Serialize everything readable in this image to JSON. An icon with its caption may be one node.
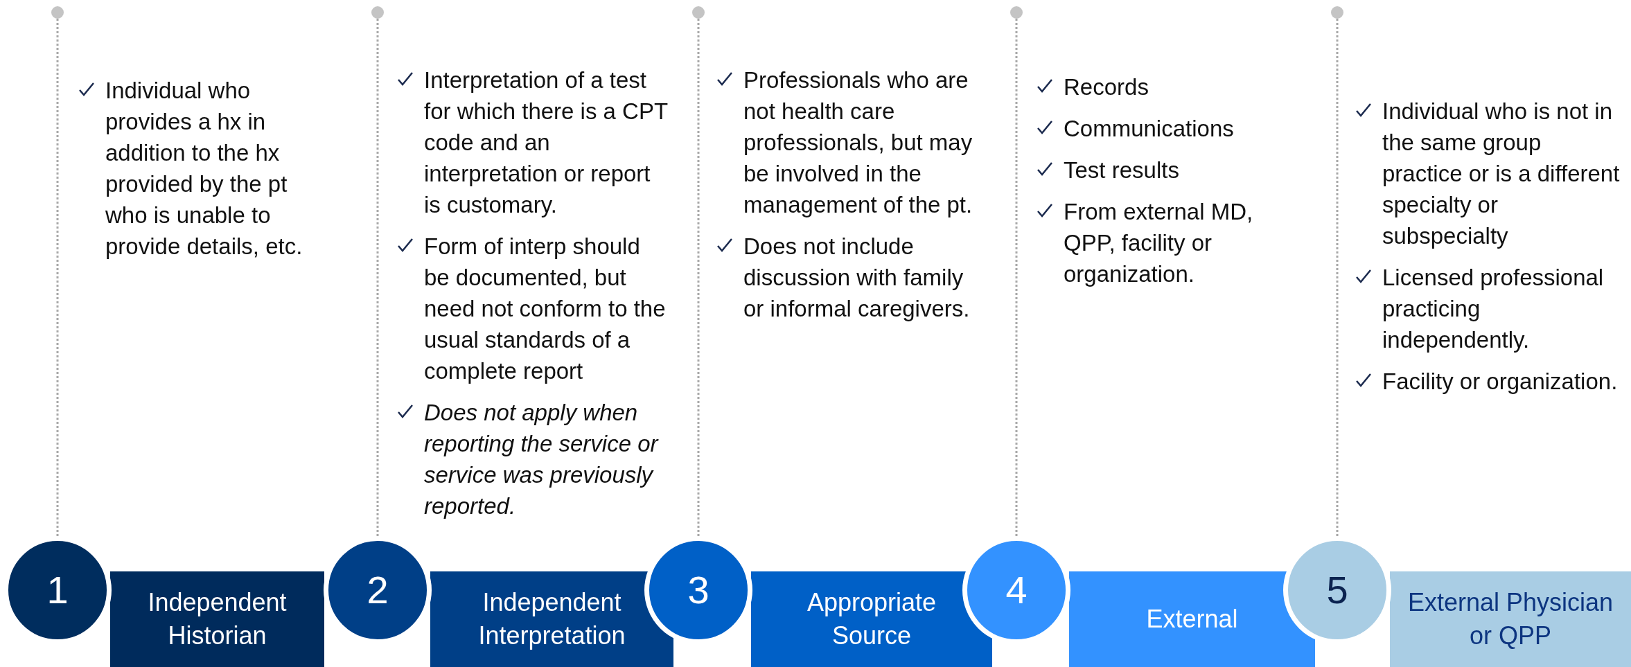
{
  "diagram": {
    "nodes": [
      {
        "text": [
          "1"
        ]
      },
      {
        "text": [
          "Independent Historian"
        ]
      },
      {
        "text": [
          "2"
        ]
      },
      {
        "text": [
          "Independent Interpretation"
        ]
      },
      {
        "text": [
          "3"
        ]
      },
      {
        "text": [
          "Appropriate Source"
        ]
      },
      {
        "text": [
          "4"
        ]
      },
      {
        "text": [
          "External"
        ]
      },
      {
        "text": [
          "5"
        ]
      },
      {
        "text": [
          "External Physician or QPP"
        ]
      }
    ],
    "labels": [
      "Individual who provides a hx in addition to the hx provided by the pt who is unable to provide details, etc.",
      "Interpretation of a test for which there is a CPT code and an interpretation or report is customary.",
      "Form of interp should be documented, but need not conform to the usual standards of a complete report",
      "Does not apply when reporting the service or service was previously reported.",
      "Professionals who are not health care professionals, but may be involved in the management of the pt.",
      "Does not include discussion with family or informal caregivers.",
      "Records",
      "Communications",
      "Test results",
      "From external MD, QPP, facility or organization.",
      "Individual who is not in the same group practice or is a different specialty or subspecialty",
      "Licensed professional practicing independently.",
      "Facility or organization."
    ]
  }
}
